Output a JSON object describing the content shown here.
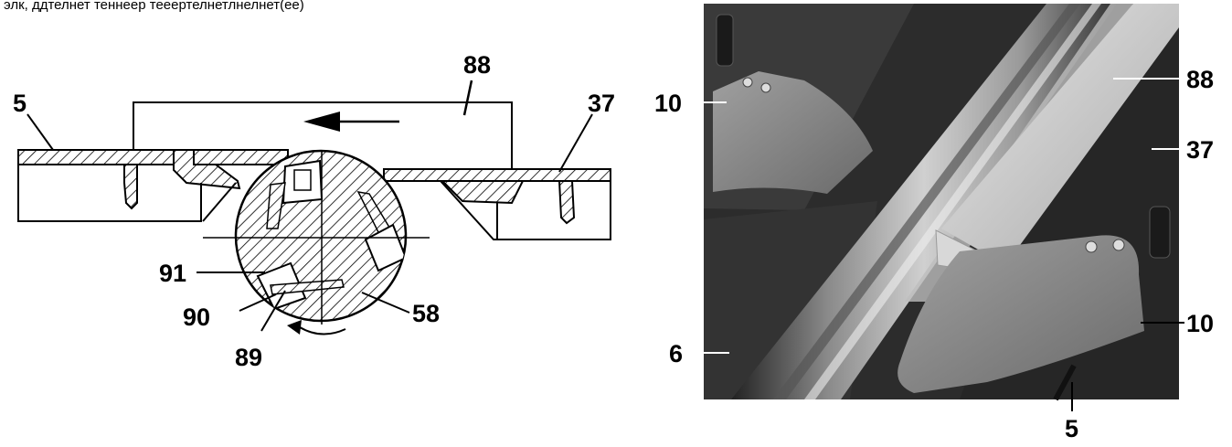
{
  "caption_partial": "элк, ддтелнет теннеер тееертелнетлнелнет(ее)",
  "diagram": {
    "labels": {
      "l88": "88",
      "l5": "5",
      "l37": "37",
      "l91": "91",
      "l90": "90",
      "l89": "89",
      "l58": "58"
    }
  },
  "photo": {
    "labels": {
      "l10_top": "10",
      "l88": "88",
      "l37": "37",
      "l10_bottom": "10",
      "l6": "6",
      "l5": "5"
    }
  }
}
